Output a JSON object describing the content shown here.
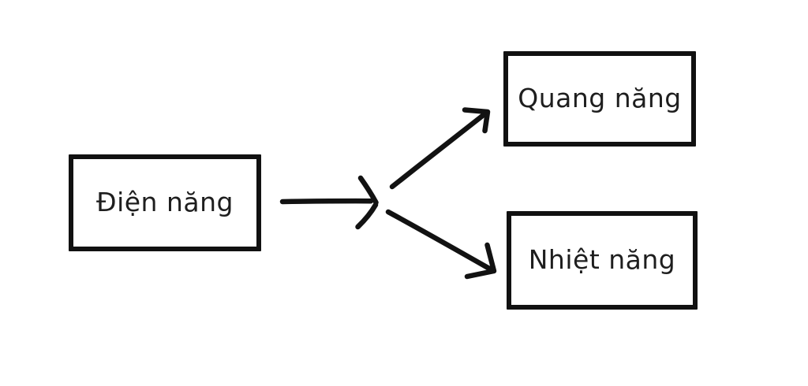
{
  "diagram": {
    "nodes": [
      {
        "id": "dien-nang",
        "label": "Điện năng"
      },
      {
        "id": "quang-nang",
        "label": "Quang năng"
      },
      {
        "id": "nhiet-nang",
        "label": "Nhiệt năng"
      }
    ],
    "arrows": [
      {
        "from": "dien-nang",
        "to": "quang-nang"
      },
      {
        "from": "dien-nang",
        "to": "nhiet-nang"
      }
    ],
    "colors": {
      "stroke": "#121212",
      "box_border": "#111111",
      "text": "#1e1e1e",
      "background": "#ffffff"
    }
  }
}
